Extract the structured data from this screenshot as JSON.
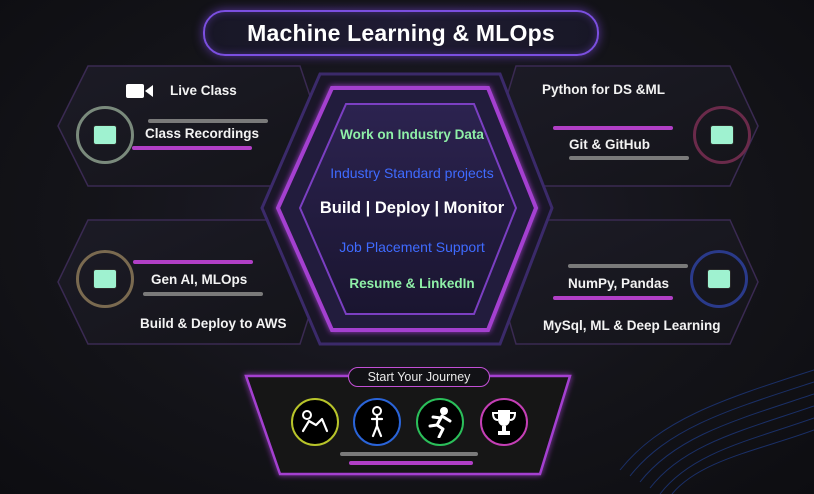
{
  "title": "Machine Learning & MLOps",
  "top_left": {
    "live_class": "Live Class",
    "class_recordings": "Class Recordings",
    "icons": [
      "video-camera-icon",
      "screen-icon"
    ]
  },
  "top_right": {
    "python": "Python for DS &ML",
    "git": "Git & GitHub",
    "icon": "screen-icon"
  },
  "center": {
    "industry_data": "Work on Industry Data",
    "industry_projects": "Industry Standard projects",
    "build_deploy_monitor": "Build | Deploy | Monitor",
    "job_placement": "Job Placement Support",
    "resume_linkedin": "Resume & LinkedIn"
  },
  "bottom_left": {
    "gen_ai": "Gen AI, MLOps",
    "build_aws": "Build & Deploy to AWS",
    "icon": "screen-icon"
  },
  "bottom_right": {
    "numpy": "NumPy, Pandas",
    "mysql": "MySql, ML & Deep Learning",
    "icon": "screen-icon"
  },
  "journey": {
    "label": "Start Your Journey",
    "icons": [
      "crawling-baby-icon",
      "standing-child-icon",
      "running-person-icon",
      "trophy-icon"
    ]
  },
  "colors": {
    "purple_glow": "#7b4fe0",
    "magenta": "#c24fd6",
    "green_text": "#8ff0a8",
    "blue_text": "#3f6bff",
    "screen_icon": "#9ff2d0"
  }
}
